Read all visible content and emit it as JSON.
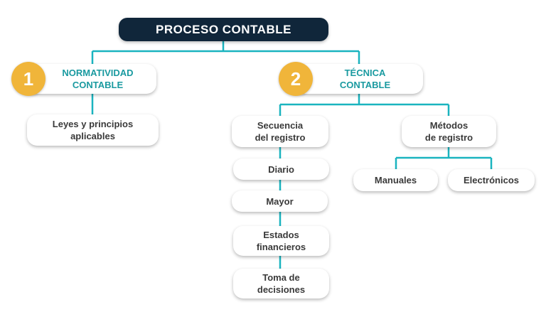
{
  "title": "PROCESO CONTABLE",
  "branch1": {
    "number": "1",
    "label": "NORMATIVIDAD\nCONTABLE",
    "child": "Leyes y principios\naplicables"
  },
  "branch2": {
    "number": "2",
    "label": "TÉCNICA\nCONTABLE",
    "sequence": {
      "label": "Secuencia\ndel registro",
      "steps": [
        "Diario",
        "Mayor",
        "Estados\nfinancieros",
        "Toma de\ndecisiones"
      ]
    },
    "methods": {
      "label": "Métodos\nde registro",
      "children": [
        "Manuales",
        "Electrónicos"
      ]
    }
  },
  "colors": {
    "connector": "#1ab4bf",
    "title_bg": "#10263a",
    "badge": "#f0b53a",
    "accent_text": "#1a9aa0"
  }
}
